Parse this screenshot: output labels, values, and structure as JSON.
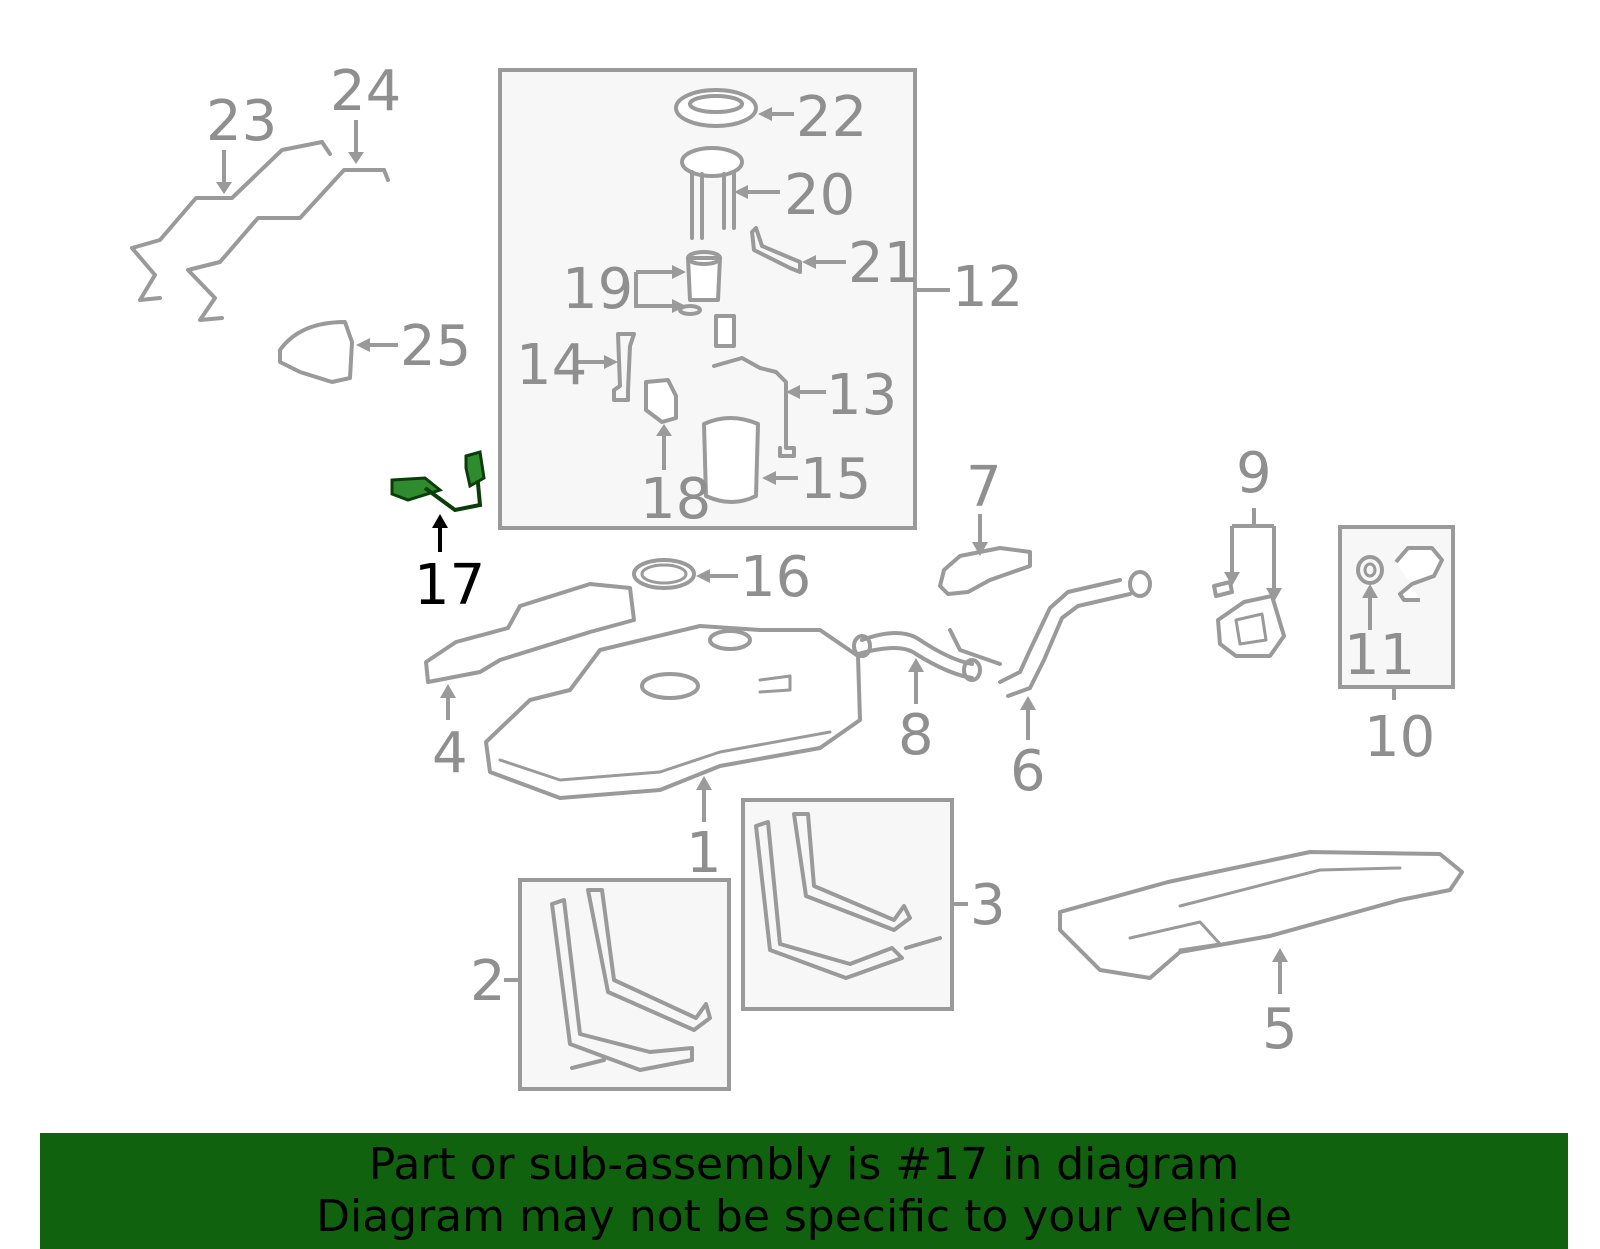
{
  "callouts": {
    "c1": "1",
    "c2": "2",
    "c3": "3",
    "c4": "4",
    "c5": "5",
    "c6": "6",
    "c7": "7",
    "c8": "8",
    "c9": "9",
    "c10": "10",
    "c11": "11",
    "c12": "12",
    "c13": "13",
    "c14": "14",
    "c15": "15",
    "c16": "16",
    "c17": "17",
    "c18": "18",
    "c19": "19",
    "c20": "20",
    "c21": "21",
    "c22": "22",
    "c23": "23",
    "c24": "24",
    "c25": "25"
  },
  "highlight": {
    "part": "17",
    "color": "#11620f"
  },
  "banner": {
    "line1": "Part or sub-assembly is #17 in diagram",
    "line2": "Diagram may not be specific to your vehicle",
    "background": "#11620f"
  }
}
